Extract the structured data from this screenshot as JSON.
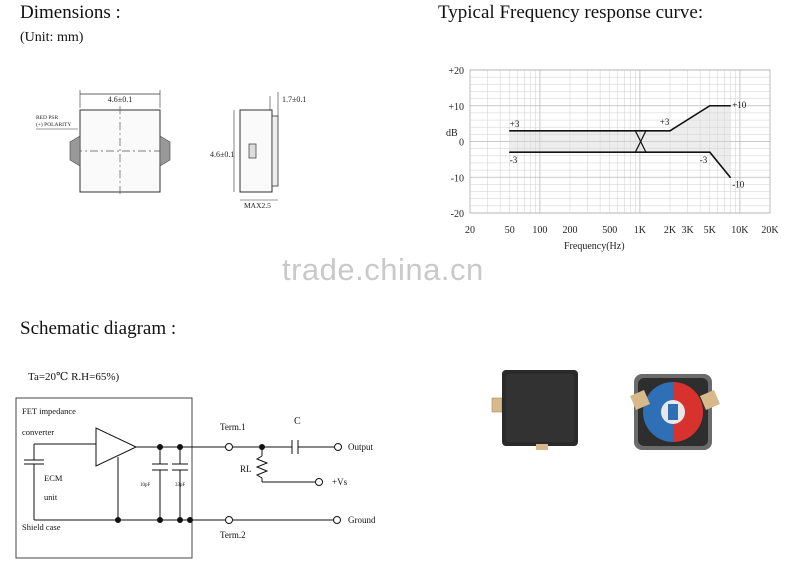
{
  "dimensions": {
    "title": "Dimensions :",
    "unit": "(Unit: mm)",
    "width_label": "4.6±0.1",
    "height_label": "4.6±0.1",
    "depth_label": "1.7±0.1",
    "max_label": "MAX2.5",
    "polarity_line1": "RED PSR",
    "polarity_line2": "(+) POLARITY"
  },
  "frequency": {
    "title": "Typical Frequency response curve:",
    "y_ticks": [
      "+20",
      "+10",
      "0",
      "-10",
      "-20"
    ],
    "y_unit": "dB",
    "x_ticks": [
      "20",
      "50",
      "100",
      "200",
      "500",
      "1K",
      "2K",
      "3K",
      "5K",
      "10K",
      "20K"
    ],
    "x_label": "Frequency(Hz)",
    "annotations": {
      "left_upper": "+3",
      "left_lower": "-3",
      "mid_upper": "+3",
      "mid_lower": "-3",
      "right_upper": "+10",
      "right_lower": "-10"
    }
  },
  "chart_data": {
    "type": "line",
    "xlabel": "Frequency(Hz)",
    "ylabel": "dB",
    "x_scale": "log",
    "xlim": [
      20,
      20000
    ],
    "ylim": [
      -20,
      20
    ],
    "grid": true,
    "series": [
      {
        "x": [
          50,
          1000,
          2000,
          5000,
          8000
        ],
        "y": [
          3,
          3,
          3,
          10,
          10
        ]
      },
      {
        "x": [
          50,
          1000,
          5000,
          8000
        ],
        "y": [
          -3,
          -3,
          -3,
          -10
        ]
      }
    ]
  },
  "schematic": {
    "title": "Schematic diagram :",
    "conditions": "Ta=20℃    R.H=65%)",
    "fet_line1": "FET impedance",
    "fet_line2": "converter",
    "ecm_line1": "ECM",
    "ecm_line2": "unit",
    "shield": "Shield case",
    "term1": "Term.1",
    "term2": "Term.2",
    "cap": "C",
    "rl": "RL",
    "output": "Output",
    "vs": "+Vs",
    "ground": "Ground",
    "cap1": "10pF",
    "cap2": "33pF"
  },
  "watermark": "trade.china.cn",
  "colors": {
    "curve": "#111111",
    "grid": "#cfcfcf",
    "band": "#d6d6d6",
    "component_red": "#d8322f",
    "component_blue": "#2f6fb5",
    "component_body": "#2a2a2a",
    "pad": "#d7b98c"
  }
}
